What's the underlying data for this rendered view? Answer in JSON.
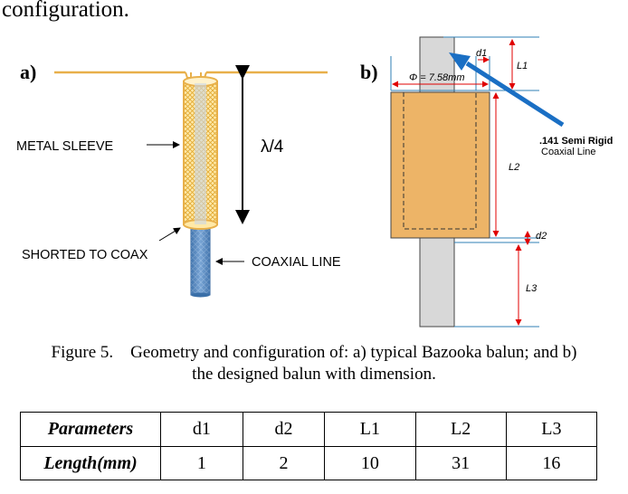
{
  "intro_text": "configuration.",
  "figure": {
    "panel_a": {
      "label": "a)",
      "metal_sleeve": "METAL SLEEVE",
      "lambda": "λ/4",
      "shorted": "SHORTED TO COAX",
      "coaxial_line": "COAXIAL LINE"
    },
    "panel_b": {
      "label": "b)",
      "phi": "Φ = 7.58mm",
      "d1": "d1",
      "l1": "L1",
      "l2": "L2",
      "d2": "d2",
      "l3": "L3",
      "semi_rigid_1": ".141 Semi Rigid",
      "semi_rigid_2": "Coaxial Line"
    }
  },
  "caption": {
    "line1": "Figure 5.    Geometry and configuration of: a) typical Bazooka balun; and b)",
    "line2": "the designed balun with dimension."
  },
  "table": {
    "header_label": "Parameters",
    "row_label": "Length(mm)",
    "params": [
      "d1",
      "d2",
      "L1",
      "L2",
      "L3"
    ],
    "lengths": [
      "1",
      "2",
      "10",
      "31",
      "16"
    ]
  },
  "colors": {
    "sleeve": "#E8B04A",
    "coax": "#4A7FB8",
    "arrow": "#1A6FC4",
    "dim_red": "#E00000",
    "dim_blue": "#2F7FB4",
    "rod": "#D8D8D8"
  }
}
